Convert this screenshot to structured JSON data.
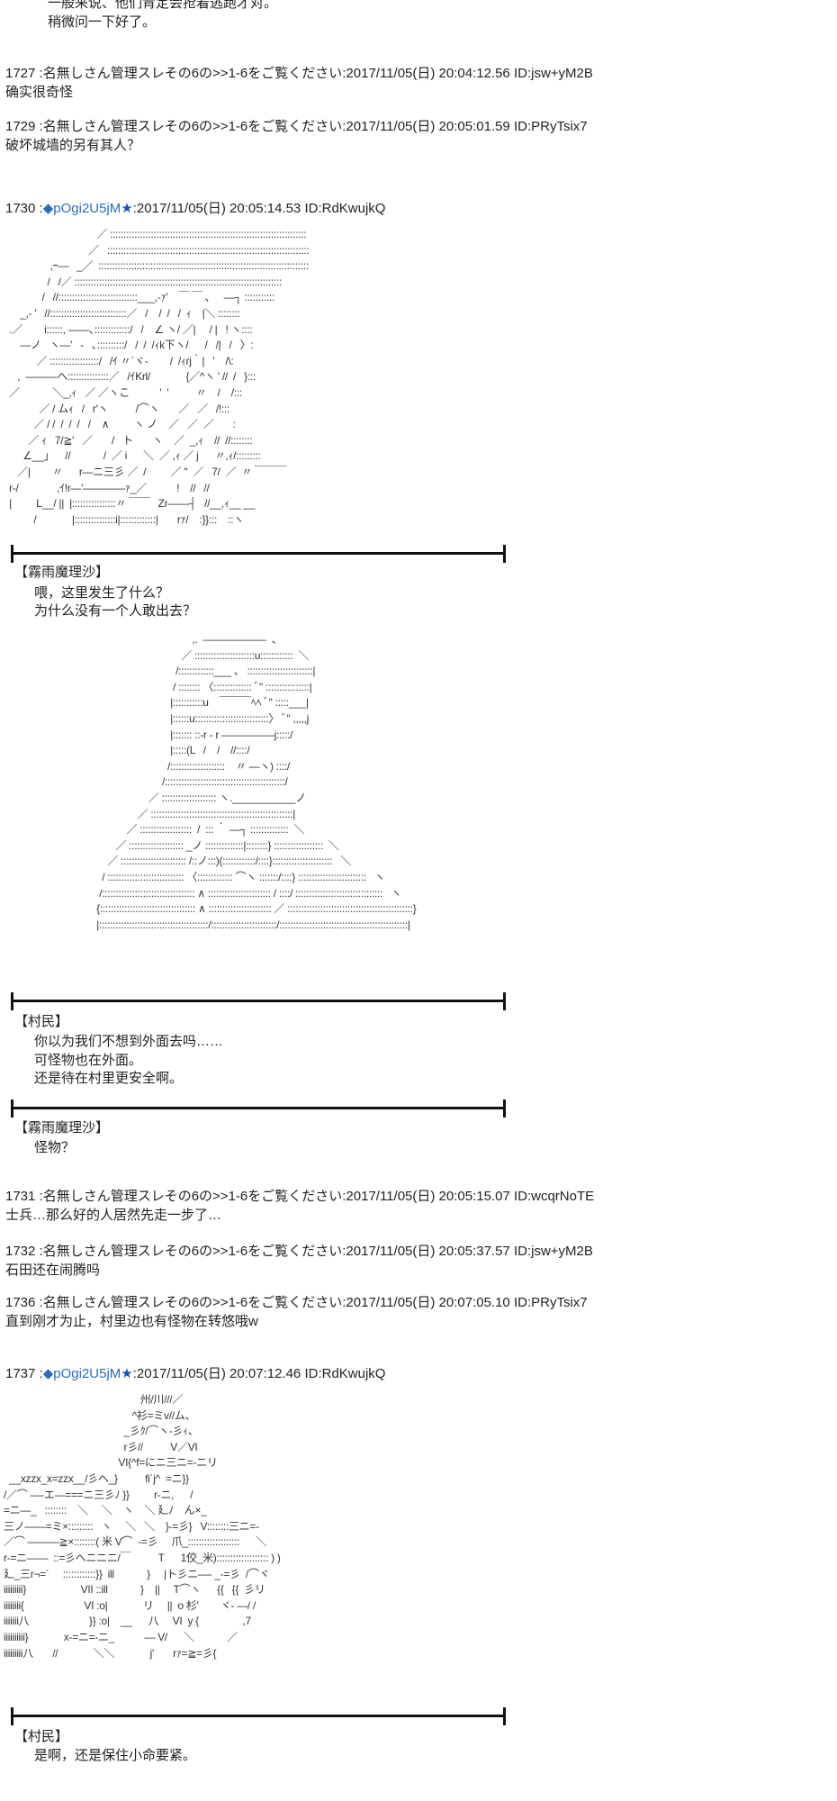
{
  "intro": {
    "lines": [
      "　一般来说、他们肯定会抢着逃跑才对。",
      "　稍微问一下好了。"
    ]
  },
  "posts": {
    "p1727": {
      "header": "1727 :名無しさん管理スレその6の>>1-6をご覧ください:2017/11/05(日) 20:04:12.56 ID:jsw+yM2B",
      "body": "确实很奇怪"
    },
    "p1729": {
      "header": "1729 :名無しさん管理スレその6の>>1-6をご覧ください:2017/11/05(日) 20:05:01.59 ID:PRyTsix7",
      "body": "破坏城墙的另有其人？"
    },
    "p1730": {
      "num": "1730 :",
      "trip": "◆pOgi2U5jM",
      "star": "★",
      "rest": ":2017/11/05(日) 20:05:14.53 ID:RdKwujkQ"
    },
    "p1731": {
      "header": "1731 :名無しさん管理スレその6の>>1-6をご覧ください:2017/11/05(日) 20:05:15.07 ID:wcqrNoTE",
      "body": "士兵…那么好的人居然先走一步了…"
    },
    "p1732": {
      "header": "1732 :名無しさん管理スレその6の>>1-6をご覧ください:2017/11/05(日) 20:05:37.57 ID:jsw+yM2B",
      "body": "石田还在闹腾吗"
    },
    "p1736": {
      "header": "1736 :名無しさん管理スレその6の>>1-6をご覧ください:2017/11/05(日) 20:07:05.10 ID:PRyTsix7",
      "body": "直到刚才为止，村里边也有怪物在转悠哦w"
    },
    "p1737": {
      "num": "1737 :",
      "trip": "◆pOgi2U5jM",
      "star": "★",
      "rest": ":2017/11/05(日) 20:07:12.46 ID:RdKwujkQ"
    }
  },
  "dialogue": {
    "d1": {
      "speaker": "【霧雨魔理沙】",
      "lines": [
        "喂，这里发生了什么？",
        "为什么没有一个人敢出去？"
      ]
    },
    "d2": {
      "speaker": "【村民】",
      "lines": [
        "你以为我们不想到外面去吗……",
        "可怪物也在外面。",
        "还是待在村里更安全啊。"
      ]
    },
    "d3": {
      "speaker": "【霧雨魔理沙】",
      "lines": [
        "怪物？"
      ]
    },
    "d4": {
      "speaker": "【村民】",
      "lines": [
        "是啊，还是保住小命要紧。"
      ]
    }
  },
  "art": {
    "aa1": "                                  ／ ::::::::::::::::::::::::::::::::::::::::::::::::::::::::::::::::::::::::\n                               ／   ::::::::::::::::::::::::::::::::::::::::::::::::::::::::::::::::::::::::::\n                 ,ｰ―   _／  :::::::::::::::::::::::::::::::::::::::::::::::::::::::::::::::::::::::::::::\n                /   /／ ::::::::::::::::::::::::::::::::::::::::::::::::::::::::::::::::::::::::::::\n              /   //:::::::::::::::::::::::::::::___,-ｧ'    ￣ ￣ ､     ―┐ :::::::::::\n      _,- '   //::::::::::::::::::::::::::::／   /    /  /   /  ｨ    |＼ ::::::::\n  .／        i::::::, ――､:::::::::::::/   /    ∠ ヽ/ ／|     / |   ! ヽ::::\n      ―ノ   ヽ―'   ‐   ､::::::::::/   /  /  /ｨk下ヽ/      /   /|   /   〉:\n            ／ ::::::::::::::::::/   /ｲ 〃`ヾ‐        /  /ｨrj｀|   '    /\\:\n     ,  ―――ヘ:::::::::::::::／   /ｲKrl/             {／^ヽ ' //  /   }:::\n  ／            ＼_,ｨ   ／ ／ヽこ           '  '          〃    /    /:::\n             ／ / ムｨ   /   r'ヽ          /⌒ヽ       ／   ／   /!:::\n           ／ / /  /  /  /   /    ∧         ヽ ノ    ／   ／  ／       :\n         ／ ｨ   7/≧'   ／       /   ト       ヽ    ／  _,ｨ    //  //::::::::\n       ∠__」    //            /  ／ i      ＼  ／ ,ｨ ／ j      〃,ｨ/:::::::::\n     ／|        〃      r―ニ三彡 ／  /         ／ ''  ／   7/  ／  〃 ￣￣￣\n  r‐/              ,ｲ!r―'――――ｧ_／           !    //   //\n  |         L__/ ||  |::::::::::::::::〃 ￣￣   Zr――┤   //__,ｨ__ __\n           /             |:::::::::::::::i|:::::::::::::|       rｧ/    :}}:::    ::ヽ",
    "aa2": "                                                                     ,.  ――――――  、\n                                                                 ／ ::::::::::::::::::::::u::::::::::::  ＼\n                                                               /:::::::::::::___ 、 ::::::::::::::::::::::::|\n                                                              / :::::::: 〈:::::::::::::: ﾞ'' ::::::::::::::::|\n                                                             |:::::::::::u    ￣￣￣ﾍﾍ ﾞ'' :::::___|\n                                                             |::::::u:::::::::::::::::::::::::::〉 ﾞ'' ,,,,,j\n                                                             |::::::: ::-r ‐ r ―――――j:::::/\n                                                             |:::::(L   /    /    //::::/\n                                                            /::::::::::::::::::::    〃 ―ヽ) ::::/\n                                                          /::::::::::::::::::::::::::::::::::::::::::::/\n                                                     ／ :::::::::::::::::::: ヽ.___________ノ\n                                                 ／ ::::::::::::::::::::::::::::::::::::::::::::::::::::|\n                                             ／ :::::::::::::::::::  /  ::: ｀ ―┐ ::::::::::::::  ＼\n                                         ／ :::::::::::::::::::: _ノ ::::::::::::::|::::::::} ::::::::::::::::::  ＼\n                                      ／ :::::::::::::::::::::::: /::ノ:::)(::::::::::::/::::}::::::::::::::::::::::   ＼\n                                    / :::::::::::::::::::::::::::: 〈::::::::::::: ⌒ヽ :::::::/::::} :::::::::::::::::::::::::   ヽ\n                                   /:::::::::::::::::::::::::::::::::: ∧ ::::::::::::::::::::::: / ::::/ ::::::::::::::::::::::::::::::::   ヽ\n                                  {::::::::::::::::::::::::::::::::::: ∧ ::::::::::::::::::::::: ／ ::::::::::::::::::::::::::::::::::::::::::::::}\n                                  |::::::::::::::::::::::::::::::::::::::::/::::::::::::::::::::::::/:::::::::::::::::::::::::::::::::::::::::::::::|",
    "aa3": "                                                  州/川///／\n                                               ^衫=ミv//ム、\n                                            _彡ｸ/⌒ヽ-彡ｨ、\n                                            r彡//          V／VI\n                                          VI{^f=にニ三ニ=‐ニリ\n  __xzzx_x=zzx__/彡へ_}          fi´j^  =ニ}}\n/／⌒ ―-エ―===ニ三彡ﾉ }}         r‐ニ,      /\n=ニ―_   ::::::::    ＼     ＼    ヽ    ＼ 廴ﾉ    ん×_\n三ノ――=ミ×:::::::::   ヽ     ＼   ＼    }‐=彡}   V::::::::三ニ=‐\n／⌒ ―――≧×::::::::( 米 V⌒  ‐=彡     爪_:::::::::::::::::::      ＼\nr‐=ニ――  ::=彡へニニニ/￣          T      1佼_米)::::::::::::::::::: ) )\n廴_三r¬=´     ::::::::::::}}  ill            }     |ト彡ニ―‐ _‐=彡  /⌒ヾ\niiiiiiiii}                    VII ::ill            }    ||     T⌒ヽ      {{   {{  彡リ\niiiiiiii{                      VI :o|             リ     ||  o 杉'        ヾ‐ ―/ /\niiiiiii八                      }} :o|    __      八     VI  y {                ,7\niiiiiiiiii}             x‐=ニ=‐ニ_           ― V/      ＼            ／\niiiiiiiii八       //             ＼＼             j'       rｧ=≧=彡{"
  }
}
